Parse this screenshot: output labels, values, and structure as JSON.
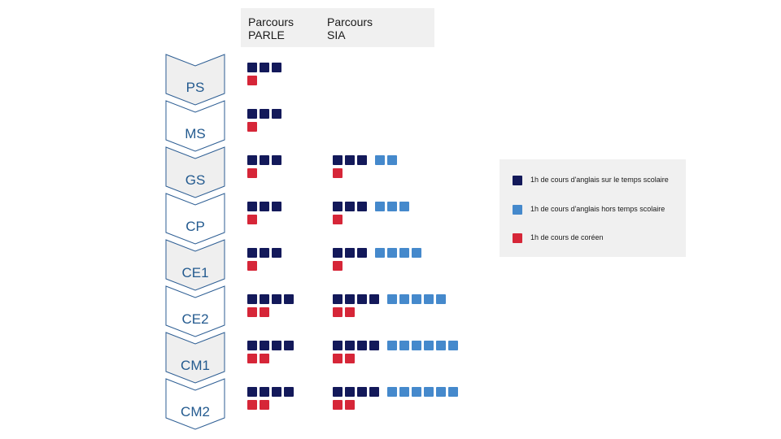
{
  "header": {
    "parle": [
      "Parcours",
      "PARLE"
    ],
    "sia": [
      "Parcours",
      "SIA"
    ]
  },
  "colors": {
    "dark": "#13195a",
    "light": "#4589cc",
    "red": "#d62638",
    "level_text": "#235a8f",
    "arrow_fill_shaded": "#efefef",
    "arrow_fill_plain": "#ffffff",
    "arrow_stroke": "#2c5d93"
  },
  "levels": [
    {
      "label": "PS",
      "parle": {
        "dark": 3,
        "red": 1
      },
      "sia": null
    },
    {
      "label": "MS",
      "parle": {
        "dark": 3,
        "red": 1
      },
      "sia": null
    },
    {
      "label": "GS",
      "parle": {
        "dark": 3,
        "red": 1
      },
      "sia": {
        "dark": 3,
        "light": 2,
        "red": 1
      }
    },
    {
      "label": "CP",
      "parle": {
        "dark": 3,
        "red": 1
      },
      "sia": {
        "dark": 3,
        "light": 3,
        "red": 1
      }
    },
    {
      "label": "CE1",
      "parle": {
        "dark": 3,
        "red": 1
      },
      "sia": {
        "dark": 3,
        "light": 4,
        "red": 1
      }
    },
    {
      "label": "CE2",
      "parle": {
        "dark": 4,
        "red": 2
      },
      "sia": {
        "dark": 4,
        "light": 5,
        "red": 2
      }
    },
    {
      "label": "CM1",
      "parle": {
        "dark": 4,
        "red": 2
      },
      "sia": {
        "dark": 4,
        "light": 6,
        "red": 2
      }
    },
    {
      "label": "CM2",
      "parle": {
        "dark": 4,
        "red": 2
      },
      "sia": {
        "dark": 4,
        "light": 6,
        "red": 2
      }
    }
  ],
  "legend": {
    "items": [
      {
        "color_key": "dark",
        "label": "1h de cours d'anglais sur le temps scolaire"
      },
      {
        "color_key": "light",
        "label": "1h de cours d'anglais hors temps scolaire"
      },
      {
        "color_key": "red",
        "label": "1h de cours de coréen"
      }
    ]
  }
}
